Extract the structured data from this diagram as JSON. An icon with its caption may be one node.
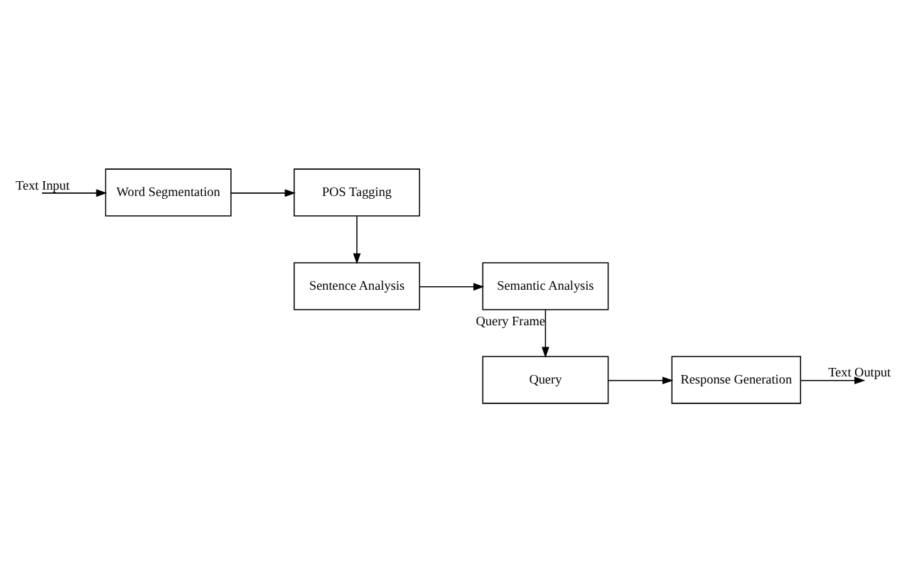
{
  "diagram": {
    "nodes": [
      {
        "text": [
          "Word Segmentation"
        ]
      },
      {
        "text": [
          "POS Tagging"
        ]
      },
      {
        "text": [
          "Sentence Analysis"
        ]
      },
      {
        "text": [
          "Semantic Analysis"
        ]
      },
      {
        "text": [
          "Query"
        ]
      },
      {
        "text": [
          "Response Generation"
        ]
      }
    ],
    "edges": [
      {
        "from": null,
        "to": 0,
        "arrow": "to",
        "label": "Text Input"
      },
      {
        "from": 0,
        "to": 1,
        "arrow": "to"
      },
      {
        "from": 1,
        "to": 2,
        "arrow": "to"
      },
      {
        "from": 2,
        "to": 3,
        "arrow": "to"
      },
      {
        "from": 3,
        "to": 4,
        "arrow": "to",
        "label": "Query Frame"
      },
      {
        "from": 4,
        "to": 5,
        "arrow": "to"
      },
      {
        "from": 5,
        "to": null,
        "arrow": "to",
        "label": "Text Output"
      }
    ]
  }
}
